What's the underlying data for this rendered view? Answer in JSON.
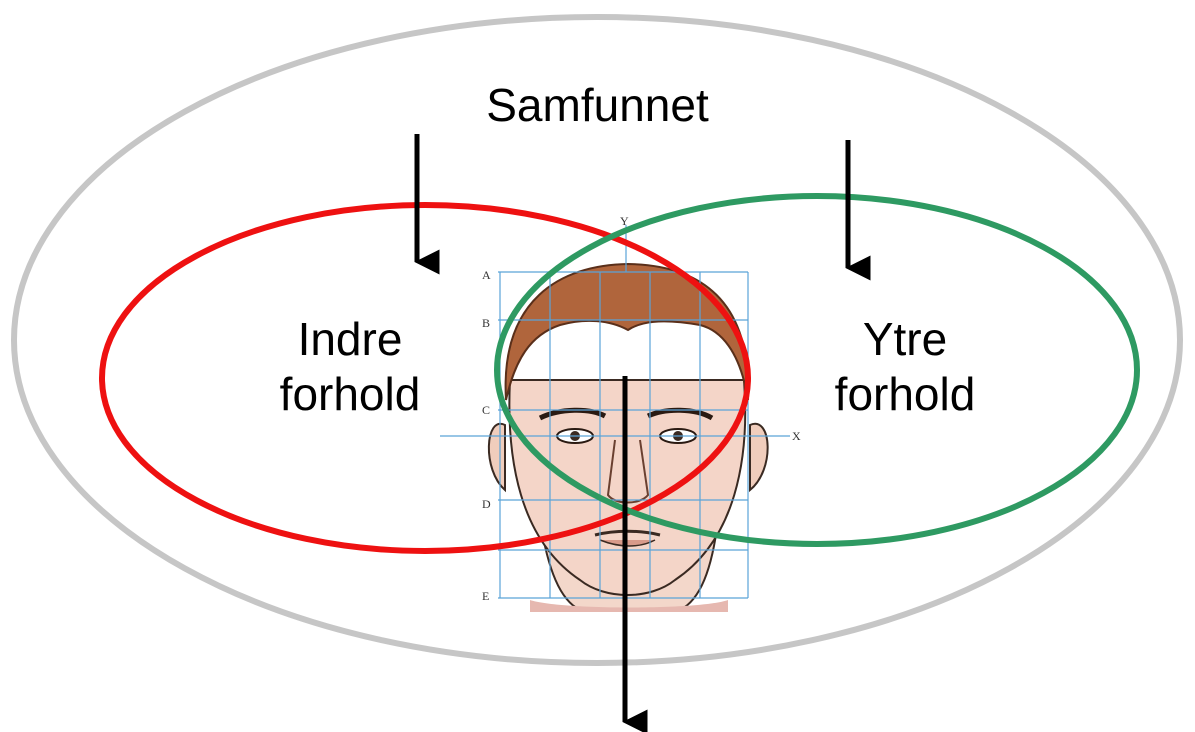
{
  "title": "Samfunnet",
  "inner_label": [
    "Indre",
    "forhold"
  ],
  "outer_label": [
    "Ytre",
    "forhold"
  ],
  "grid_row_letters": [
    "A",
    "B",
    "C",
    "D",
    "E"
  ],
  "grid_axis_letters": [
    "X",
    "Y"
  ],
  "colors": {
    "outer_ellipse": "#c6c6c6",
    "inner_ellipse": "#ee1111",
    "outer_circle": "#2e9a62",
    "arrow": "#000000",
    "grid": "#5aa4d8",
    "hair": "#a55a33",
    "skin": "#f3d2c3"
  },
  "icons": [
    "face-drawing",
    "down-arrow"
  ]
}
